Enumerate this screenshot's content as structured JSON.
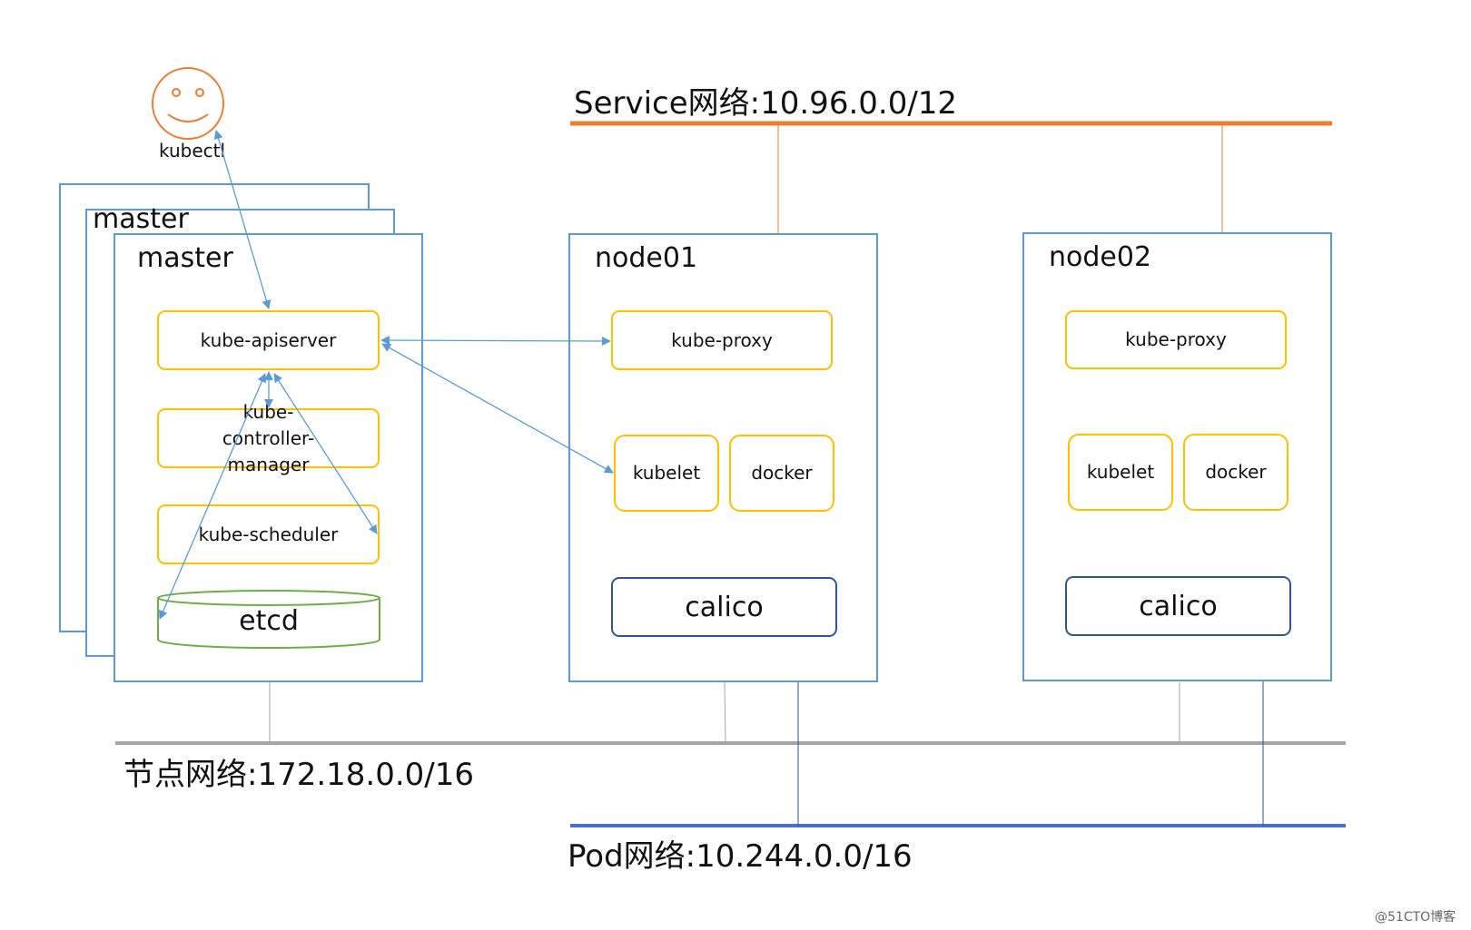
{
  "networks": {
    "service": {
      "label": "Service网络:10.96.0.0/12",
      "color": "#ed7d31"
    },
    "node": {
      "label": "节点网络:172.18.0.0/16",
      "color": "#a5a5a5"
    },
    "pod": {
      "label": "Pod网络:10.244.0.0/16",
      "color": "#4472c4"
    }
  },
  "kubectl": {
    "label": "kubectl"
  },
  "master_stack": {
    "back_title": "master",
    "front_title": "master",
    "components": {
      "apiserver": "kube-apiserver",
      "controller_manager": "kube-controller-manager",
      "scheduler": "kube-scheduler",
      "etcd": "etcd"
    }
  },
  "node01": {
    "title": "node01",
    "kube_proxy": "kube-proxy",
    "kubelet": "kubelet",
    "docker": "docker",
    "calico": "calico"
  },
  "node02": {
    "title": "node02",
    "kube_proxy": "kube-proxy",
    "kubelet": "kubelet",
    "docker": "docker",
    "calico": "calico"
  },
  "watermark": "@51CTO博客",
  "colors": {
    "box_border": "#5b9bd5",
    "component_border": "#ffc000",
    "etcd_border": "#70ad47",
    "arrow": "#5b9bd5",
    "smiley": "#ed7d31"
  }
}
